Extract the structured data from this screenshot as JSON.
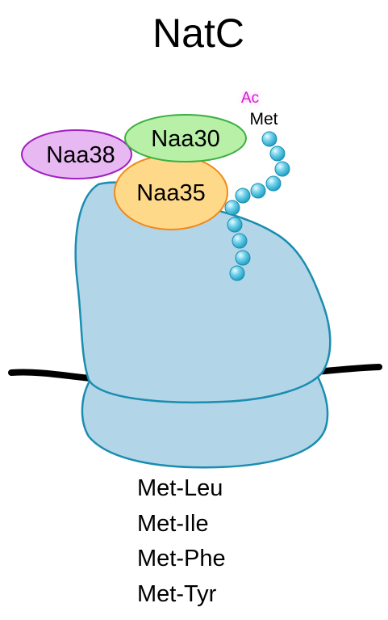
{
  "title": "NatC",
  "subunits": {
    "naa38": "Naa38",
    "naa30": "Naa30",
    "naa35": "Naa35"
  },
  "modification": {
    "acetyl": "Ac",
    "residue": "Met"
  },
  "substrates": [
    "Met-Leu",
    "Met-Ile",
    "Met-Phe",
    "Met-Tyr"
  ],
  "colors": {
    "ribosome": "#b3d5e8",
    "ribosome_outline": "#1a8db0",
    "naa38_fill": "#e8b8f2",
    "naa38_stroke": "#a020c0",
    "naa30_fill": "#b8f0a8",
    "naa30_stroke": "#3cb043",
    "naa35_fill": "#ffd98a",
    "naa35_stroke": "#f08a1c",
    "acetyl": "#d21bd2",
    "bead": "#3bb4d4",
    "membrane": "#000000"
  }
}
